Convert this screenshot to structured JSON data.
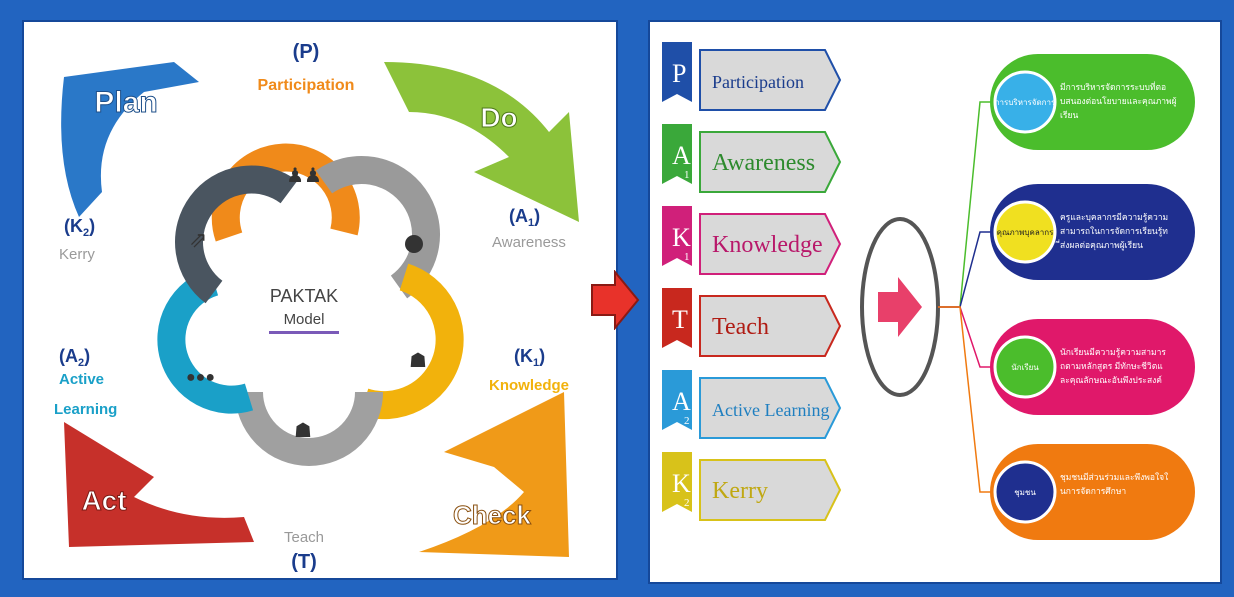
{
  "left": {
    "plan": "Plan",
    "do": "Do",
    "act": "Act",
    "check": "Check",
    "p_code": "(P)",
    "p_name": "Participation",
    "a1_code_open": "(A",
    "a1_sub": "1",
    "a1_close": ")",
    "a1_name": "Awareness",
    "k1_code_open": "(K",
    "k1_sub": "1",
    "k1_close": ")",
    "k1_name": "Knowledge",
    "t_name": "Teach",
    "t_code": "(T)",
    "a2_code_open": "(A",
    "a2_sub": "2",
    "a2_close": ")",
    "a2_name1": "Active",
    "a2_name2": "Learning",
    "k2_code_open": "(K",
    "k2_sub": "2",
    "k2_close": ")",
    "k2_name": "Kerry",
    "center1": "PAKTAK",
    "center2": "Model"
  },
  "right": {
    "steps": [
      {
        "letter": "P",
        "sub": "",
        "label": "Participation",
        "color": "#1f4fa8",
        "text_color": "#1a3c8c"
      },
      {
        "letter": "A",
        "sub": "1",
        "label": "Awareness",
        "color": "#3aa83a",
        "text_color": "#2d8a2d"
      },
      {
        "letter": "K",
        "sub": "1",
        "label": "Knowledge",
        "color": "#d0207a",
        "text_color": "#b8186a"
      },
      {
        "letter": "T",
        "sub": "",
        "label": "Teach",
        "color": "#c8281e",
        "text_color": "#b01c14"
      },
      {
        "letter": "A",
        "sub": "2",
        "label": "Active Learning",
        "color": "#2a9ad8",
        "text_color": "#1f7fc0"
      },
      {
        "letter": "K",
        "sub": "2",
        "label": "Kerry",
        "color": "#d8c21a",
        "text_color": "#c0a812"
      }
    ],
    "outcomes": [
      {
        "tag": "การบริหารจัดการ",
        "text": "มีการบริหารจัดการระบบที่ตอบสนองต่อนโยบายและคุณภาพผู้เรียน",
        "color": "#4bbd2c",
        "tag_bg": "#38b0e8"
      },
      {
        "tag": "คุณภาพบุคลากร",
        "text": "ครูและบุคลากรมีความรู้ความสามารถในการจัดการเรียนรู้ที่ส่งผลต่อคุณภาพผู้เรียน",
        "color": "#1f2f8f",
        "tag_bg": "#f0e020"
      },
      {
        "tag": "นักเรียน",
        "text": "นักเรียนมีความรู้ความสามารถตามหลักสูตร มีทักษะชีวิตและคุณลักษณะอันพึงประสงค์",
        "color": "#e0186a",
        "tag_bg": "#4bbd2c"
      },
      {
        "tag": "ชุมชน",
        "text": "ชุมชนมีส่วนร่วมและพึงพอใจในการจัดการศึกษา",
        "color": "#f07a10",
        "tag_bg": "#1f2f8f"
      }
    ]
  }
}
